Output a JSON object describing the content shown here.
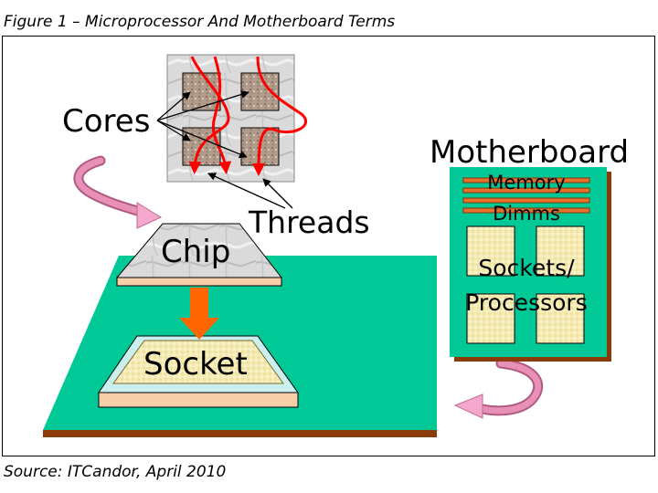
{
  "figure": {
    "title": "Figure 1 – Microprocessor And Motherboard Terms",
    "source": "Source: ITCandor, April 2010"
  },
  "labels": {
    "cores": "Cores",
    "threads": "Threads",
    "chip": "Chip",
    "socket": "Socket",
    "motherboard": "Motherboard",
    "memory_line1": "Memory",
    "memory_line2": "Dimms",
    "sockets_line1": "Sockets/",
    "sockets_line2": "Processors"
  },
  "colors": {
    "board_green": "#00c896",
    "board_edge": "#8b3a0a",
    "thread_red": "#ff0000",
    "socket_fill": "#f2e49a",
    "base_fill": "#f7cfa8",
    "cycle_arrow": "#e07aa6",
    "down_arrow": "#ff6600",
    "memory_bar": "#e8702a"
  }
}
